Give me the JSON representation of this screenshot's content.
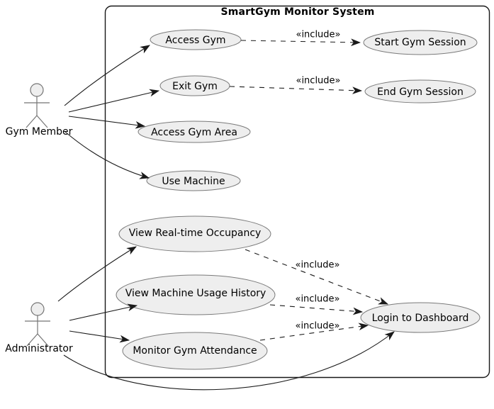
{
  "diagram": {
    "type": "uml-use-case",
    "title": "SmartGym Monitor System",
    "include_label": "«include»",
    "actors": {
      "gym_member": "Gym Member",
      "administrator": "Administrator"
    },
    "use_cases": {
      "access_gym": "Access Gym",
      "start_gym_session": "Start Gym Session",
      "exit_gym": "Exit Gym",
      "end_gym_session": "End Gym Session",
      "access_gym_area": "Access Gym Area",
      "use_machine": "Use Machine",
      "view_realtime_occupancy": "View Real-time Occupancy",
      "view_machine_usage_history": "View Machine Usage History",
      "monitor_gym_attendance": "Monitor Gym Attendance",
      "login_to_dashboard": "Login to Dashboard"
    },
    "relationships": [
      {
        "from": "Gym Member",
        "to": "Access Gym",
        "type": "association"
      },
      {
        "from": "Gym Member",
        "to": "Exit Gym",
        "type": "association"
      },
      {
        "from": "Gym Member",
        "to": "Access Gym Area",
        "type": "association"
      },
      {
        "from": "Gym Member",
        "to": "Use Machine",
        "type": "association"
      },
      {
        "from": "Access Gym",
        "to": "Start Gym Session",
        "type": "include"
      },
      {
        "from": "Exit Gym",
        "to": "End Gym Session",
        "type": "include"
      },
      {
        "from": "Administrator",
        "to": "View Real-time Occupancy",
        "type": "association"
      },
      {
        "from": "Administrator",
        "to": "View Machine Usage History",
        "type": "association"
      },
      {
        "from": "Administrator",
        "to": "Monitor Gym Attendance",
        "type": "association"
      },
      {
        "from": "Administrator",
        "to": "Login to Dashboard",
        "type": "association"
      },
      {
        "from": "View Real-time Occupancy",
        "to": "Login to Dashboard",
        "type": "include"
      },
      {
        "from": "View Machine Usage History",
        "to": "Login to Dashboard",
        "type": "include"
      },
      {
        "from": "Monitor Gym Attendance",
        "to": "Login to Dashboard",
        "type": "include"
      }
    ],
    "colors": {
      "background": "#ffffff",
      "usecase_fill": "#eeeeee",
      "usecase_border": "#7a7a7a",
      "boundary_border": "#181818",
      "arrow": "#1a1a1a",
      "actor": "#757575",
      "text": "#000000"
    }
  }
}
